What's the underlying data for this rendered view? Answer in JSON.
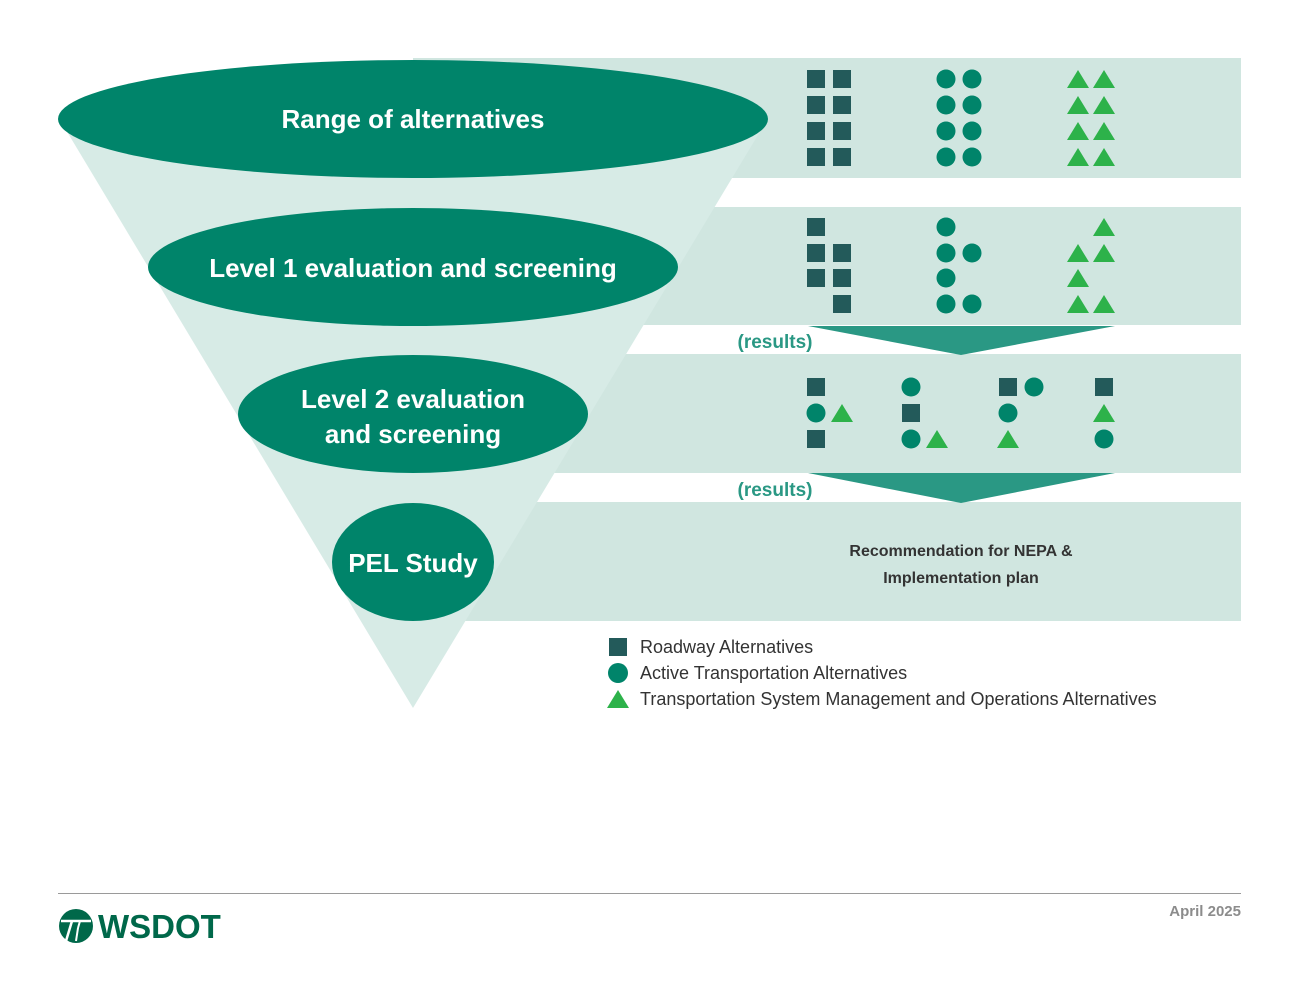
{
  "colors": {
    "band": "#d0e6e0",
    "funnel": "#d7ebe6",
    "ellipse": "#00846a",
    "ellipse_text": "#ffffff",
    "roadway": "#235a5a",
    "active": "#00846a",
    "tsmo": "#2db24a",
    "arrow": "#2a9884",
    "results_text": "#2a9884",
    "body_text": "#333333"
  },
  "stages": [
    {
      "label_lines": [
        "Range of alternatives"
      ]
    },
    {
      "label_lines": [
        "Level 1 evaluation and screening"
      ]
    },
    {
      "label_lines": [
        "Level 2 evaluation",
        "and screening"
      ]
    },
    {
      "label_lines": [
        "PEL Study"
      ]
    }
  ],
  "results_label": "(results)",
  "recommendation_lines": [
    "Recommendation for NEPA &",
    "Implementation plan"
  ],
  "legend": [
    {
      "shape": "square",
      "label": "Roadway Alternatives"
    },
    {
      "shape": "circle",
      "label": "Active Transportation Alternatives"
    },
    {
      "shape": "triangle",
      "label": "Transportation System Management and Operations Alternatives"
    }
  ],
  "footer": {
    "logo_text": "WSDOT",
    "date": "April 2025"
  }
}
